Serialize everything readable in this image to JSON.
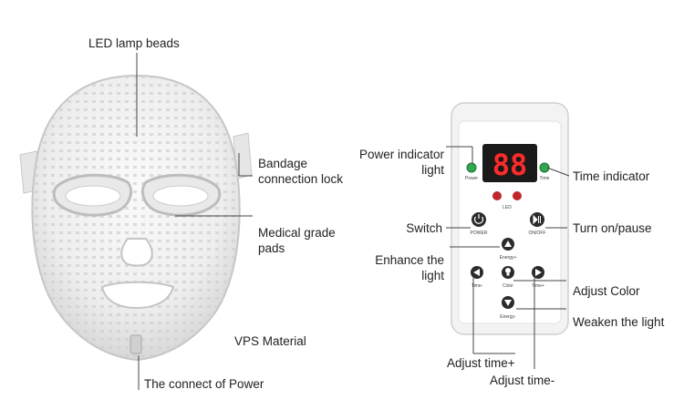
{
  "labels": {
    "led_lamp_beads": "LED lamp beads",
    "bandage_lock_1": "Bandage",
    "bandage_lock_2": "connection lock",
    "medical_pads_1": "Medical grade",
    "medical_pads_2": "pads",
    "vps_material": "VPS Material",
    "connect_power": "The connect of Power",
    "power_indicator_1": "Power indicator",
    "power_indicator_2": "light",
    "time_indicator": "Time indicator",
    "switch": "Switch",
    "turn_on_pause": "Turn on/pause",
    "enhance_1": "Enhance the",
    "enhance_2": "light",
    "adjust_color": "Adjust Color",
    "weaken_light": "Weaken the light",
    "adjust_time_plus": "Adjust time+",
    "adjust_time_minus": "Adjust time-"
  },
  "remote": {
    "display": "88",
    "power_led_caption": "Power",
    "time_led_caption": "Time",
    "led_caption": "LED",
    "power_button_caption": "POWER",
    "onoff_button_caption": "ON/OFF",
    "energy_plus_caption": "Energy+",
    "energy_minus_caption": "Energy-",
    "time_minus_caption": "Time-",
    "time_plus_caption": "Time+",
    "color_caption": "Color"
  },
  "colors": {
    "display_bg": "#1a1a1a",
    "display_digits": "#ff2b2b",
    "indicator_green": "#2fa84f",
    "led_red": "#c0272d",
    "text": "#222222"
  }
}
